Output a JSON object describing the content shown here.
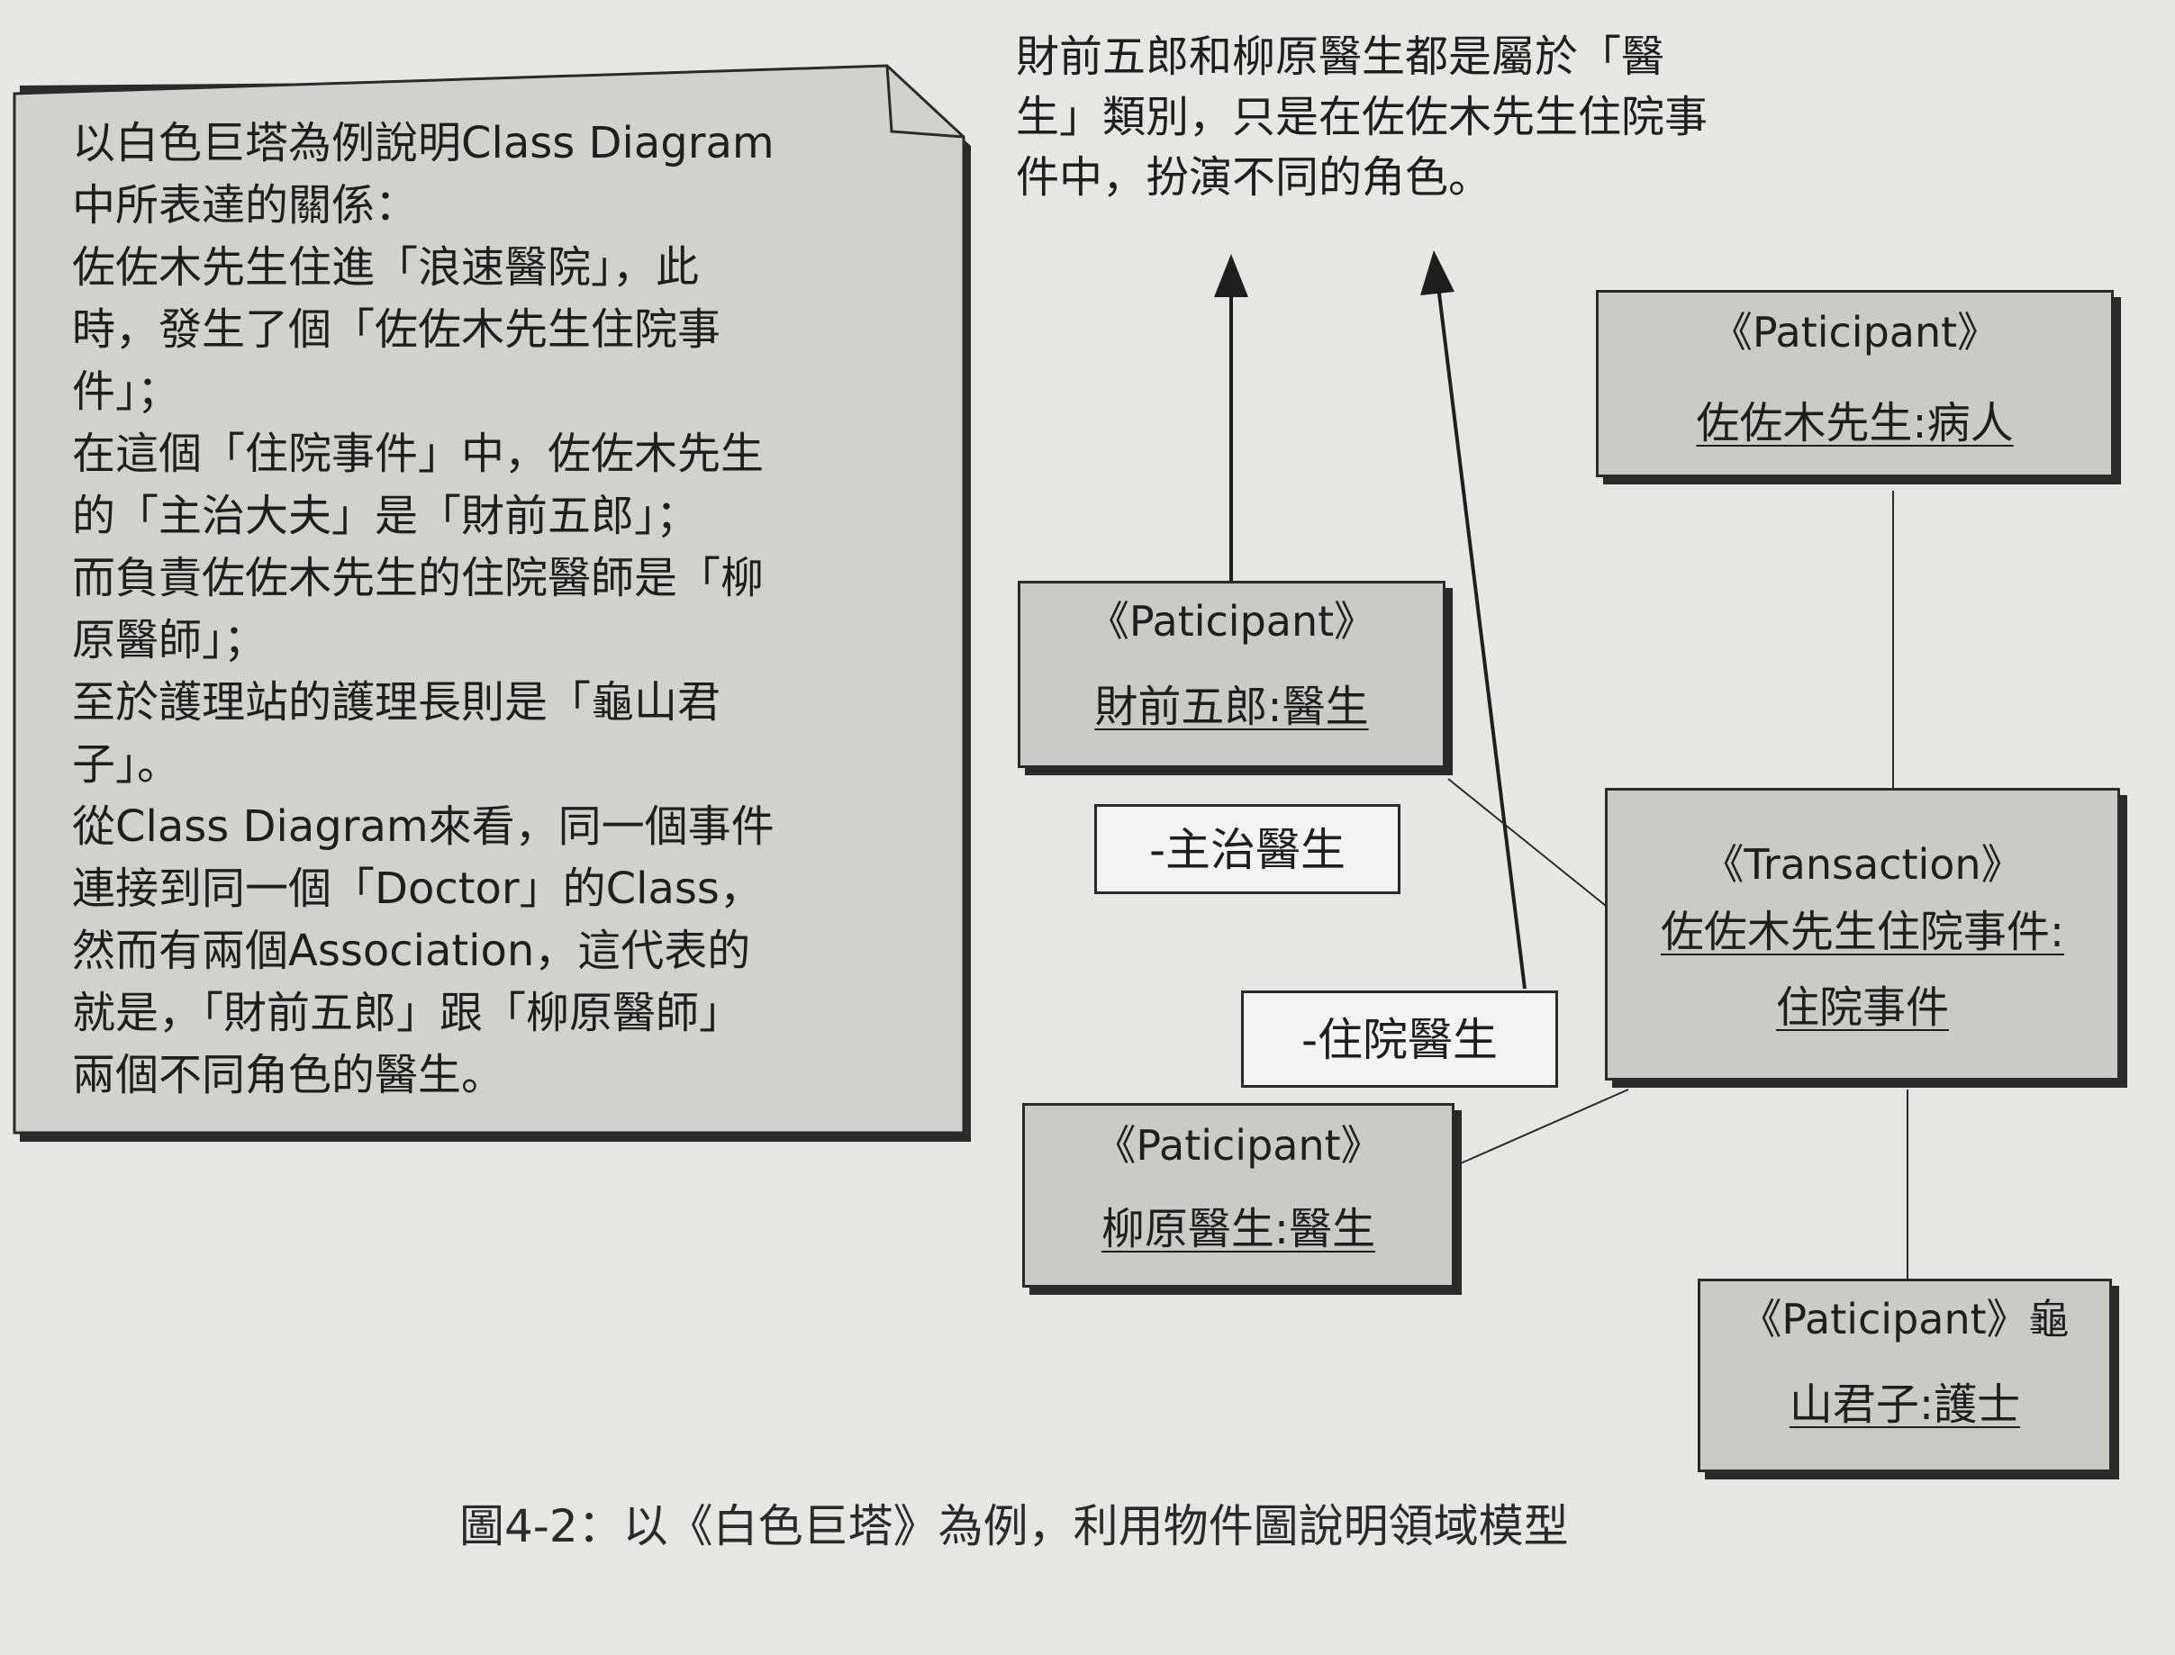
{
  "note": {
    "lines": [
      "以白色巨塔為例說明Class Diagram",
      "中所表達的關係：",
      "佐佐木先生住進「浪速醫院」，此",
      "時，發生了個「佐佐木先生住院事",
      "件」；",
      "在這個「住院事件」中，佐佐木先生",
      "的「主治大夫」是「財前五郎」；",
      "而負責佐佐木先生的住院醫師是「柳",
      "原醫師」；",
      "至於護理站的護理長則是「龜山君",
      "子」。",
      "從Class Diagram來看，同一個事件",
      "連接到同一個「Doctor」的Class，",
      "然而有兩個Association，這代表的",
      "就是，「財前五郎」跟「柳原醫師」",
      "兩個不同角色的醫生。"
    ]
  },
  "annotation": {
    "lines": [
      "財前五郎和柳原醫生都是屬於「醫",
      "生」類別，只是在佐佐木先生住院事",
      "件中，扮演不同的角色。"
    ]
  },
  "objects": {
    "patient": {
      "stereotype": "《Paticipant》",
      "name": "佐佐木先生:病人"
    },
    "zaizen": {
      "stereotype": "《Paticipant》",
      "name": "財前五郎:醫生"
    },
    "transaction": {
      "stereotype": "《Transaction》",
      "name_line1": "佐佐木先生住院事件:",
      "name_line2": "住院事件"
    },
    "yanagihara": {
      "stereotype": "《Paticipant》",
      "name": "柳原醫生:醫生"
    },
    "nurse": {
      "stereotype": "《Paticipant》",
      "stereotype_tail": "龜",
      "name": "山君子:護士"
    }
  },
  "roles": {
    "attending": "-主治醫生",
    "resident": "-住院醫生"
  },
  "caption": "圖4-2：以《白色巨塔》為例，利用物件圖說明領域模型"
}
